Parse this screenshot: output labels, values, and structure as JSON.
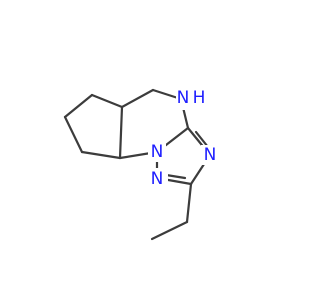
{
  "molecule": {
    "atoms": [
      {
        "id": "N_H",
        "element": "N",
        "label": "N",
        "hydrogen": "H",
        "color": "#1e1eff"
      },
      {
        "id": "N_bridge",
        "element": "N",
        "label": "N",
        "color": "#1e1eff"
      },
      {
        "id": "N_right",
        "element": "N",
        "label": "N",
        "color": "#1e1eff"
      },
      {
        "id": "N_bottom",
        "element": "N",
        "label": "N",
        "color": "#1e1eff"
      }
    ],
    "bond_color": "#3c3c3c"
  }
}
